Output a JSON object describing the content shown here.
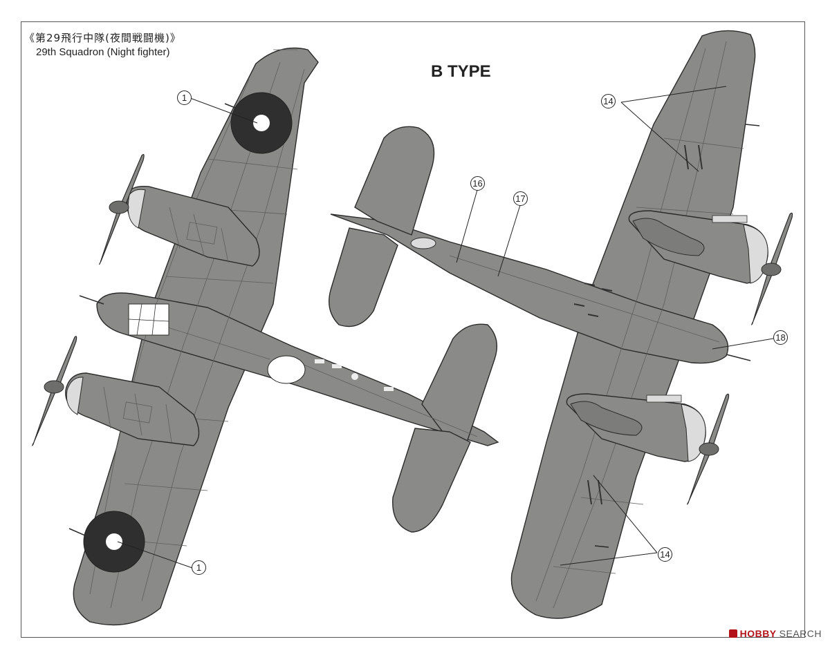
{
  "header": {
    "jp_title": "《第29飛行中隊(夜間戦闘機)》",
    "en_title": "29th Squadron (Night fighter)",
    "type_title": "B TYPE"
  },
  "callouts": {
    "c1_top": "1",
    "c1_bottom": "1",
    "c14_top": "14",
    "c14_bottom": "14",
    "c16": "16",
    "c17": "17",
    "c18": "18"
  },
  "watermark": {
    "brand": "HOBBY",
    "suffix": "SEARCH"
  },
  "colors": {
    "aircraft": "#8a8a88",
    "panel_line": "#5e5e5c",
    "outline": "#2a2a2a",
    "roundel_blue": "#2f2f2f",
    "roundel_center": "#ffffff",
    "exhaust": "#d9d9d9"
  }
}
